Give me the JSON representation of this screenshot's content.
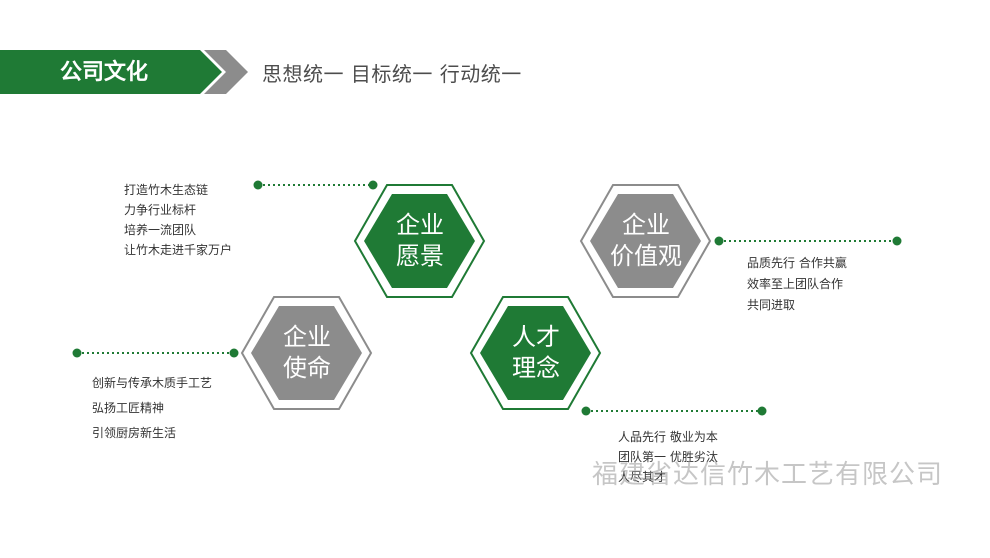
{
  "header": {
    "title": "公司文化",
    "slogan": "思想统一  目标统一  行动统一"
  },
  "pillars": {
    "vision": {
      "line1": "企业",
      "line2": "愿景",
      "items": [
        "打造竹木生态链",
        "力争行业标杆",
        "培养一流团队",
        "让竹木走进千家万户"
      ]
    },
    "values": {
      "line1": "企业",
      "line2": "价值观",
      "items": [
        "品质先行 合作共赢",
        "效率至上团队合作",
        "共同进取"
      ]
    },
    "mission": {
      "line1": "企业",
      "line2": "使命",
      "items": [
        "创新与传承木质手工艺",
        "弘扬工匠精神",
        "引领厨房新生活"
      ]
    },
    "talent": {
      "line1": "人才",
      "line2": "理念",
      "items": [
        "人品先行 敬业为本",
        "团队第一 优胜劣汰",
        "人尽其才"
      ]
    }
  },
  "watermark": "福建省达信竹木工艺有限公司",
  "colors": {
    "green": "#1f7a35",
    "gray": "#8c8c8c",
    "text": "#333333"
  }
}
